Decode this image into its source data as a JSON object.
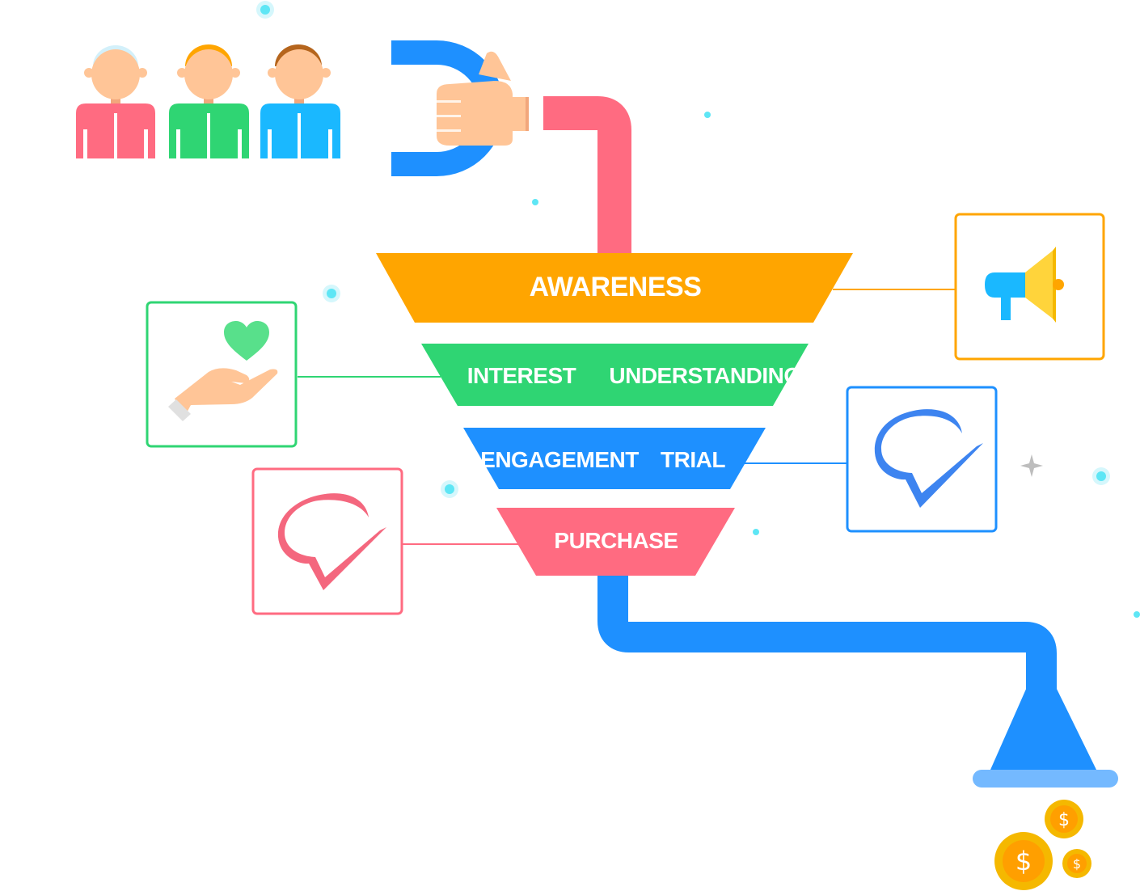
{
  "funnel": {
    "stages": [
      {
        "id": "awareness",
        "labels": [
          "AWARENESS"
        ],
        "color": "#FFA500"
      },
      {
        "id": "interest",
        "labels": [
          "INTEREST",
          "UNDERSTANDING"
        ],
        "color": "#2FD573"
      },
      {
        "id": "engagement",
        "labels": [
          "ENGAGEMENT",
          "TRIAL"
        ],
        "color": "#1E90FF"
      },
      {
        "id": "purchase",
        "labels": [
          "PURCHASE"
        ],
        "color": "#FF6B81"
      }
    ]
  },
  "icons": {
    "megaphone": "megaphone-icon",
    "heart_hand": "heart-in-hand-icon",
    "check_blue": "chat-check-icon",
    "check_pink": "chat-check-icon",
    "people": "people-icon",
    "magnet": "magnet-icon",
    "coins": "dollar-coin-icon"
  },
  "coins": {
    "symbol": "$"
  },
  "colors": {
    "orange": "#FFA500",
    "green": "#2FD573",
    "blue": "#1E90FF",
    "pink": "#FF6B81",
    "skin": "#FFC597",
    "dot": "#5EE6F5",
    "gold": "#F5B800"
  }
}
